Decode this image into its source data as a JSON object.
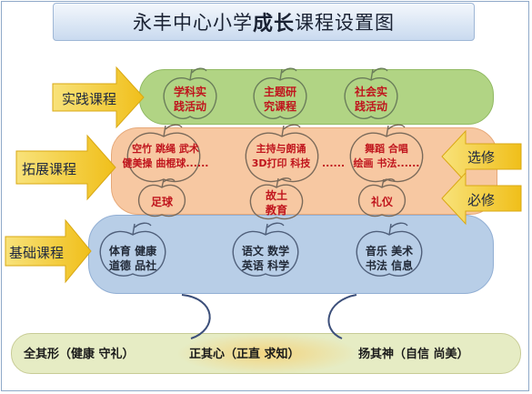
{
  "title": {
    "prefix": "永丰中心小学",
    "bold": "成长",
    "suffix": "课程设置图"
  },
  "side_labels": {
    "practice": "实践课程",
    "expand": "拓展课程",
    "basic": "基础课程",
    "elective": "选修",
    "required": "必修"
  },
  "practice_fruits": [
    {
      "l1": "学科实",
      "l2": "践活动"
    },
    {
      "l1": "主题研",
      "l2": "究课程"
    },
    {
      "l1": "社会实",
      "l2": "践活动"
    }
  ],
  "elective_fruits": [
    {
      "l1": "空竹 跳绳 武术",
      "l2": "健美操 曲棍球......"
    },
    {
      "l1": "主持与朗诵",
      "l2": "3D打印  科技"
    },
    {
      "l1": "舞蹈 合唱",
      "l2": "绘画 书法......"
    }
  ],
  "elective_extra": "......",
  "required_fruits": [
    {
      "l1": "足球",
      "l2": ""
    },
    {
      "l1": "故土",
      "l2": "教育"
    },
    {
      "l1": "礼仪",
      "l2": ""
    }
  ],
  "basic_fruits": [
    {
      "l1": "体育 健康",
      "l2": "道德 品社"
    },
    {
      "l1": "语文 数学",
      "l2": "英语 科学"
    },
    {
      "l1": "音乐 美术",
      "l2": "书法 信息"
    }
  ],
  "footer": [
    "全其形（健康  守礼）",
    "正其心（正直  求知）",
    "扬其神（自信  尚美）"
  ],
  "colors": {
    "practice_band": "#aad07a",
    "expand_band": "#f6c49b",
    "basic_band": "#b4cbe6",
    "arrow_yellow": "#f3cc2e",
    "text_red": "#c0151d"
  }
}
